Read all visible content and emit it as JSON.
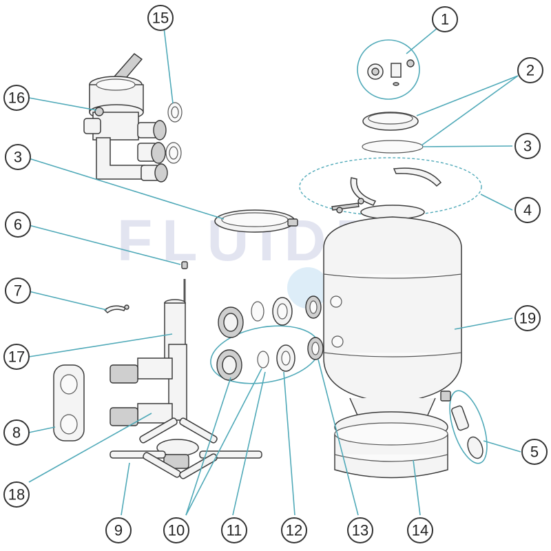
{
  "watermark": {
    "text": "FLUIDRA",
    "dot_colors": [
      "#cfe6f5",
      "#d8eefc",
      "#e5f5d8",
      "#fbf3c8"
    ]
  },
  "callouts": [
    {
      "id": "c1",
      "label": "1"
    },
    {
      "id": "c2",
      "label": "2"
    },
    {
      "id": "c3r",
      "label": "3"
    },
    {
      "id": "c4",
      "label": "4"
    },
    {
      "id": "c5",
      "label": "5"
    },
    {
      "id": "c3l",
      "label": "3"
    },
    {
      "id": "c6",
      "label": "6"
    },
    {
      "id": "c7",
      "label": "7"
    },
    {
      "id": "c8",
      "label": "8"
    },
    {
      "id": "c9",
      "label": "9"
    },
    {
      "id": "c10",
      "label": "10"
    },
    {
      "id": "c11",
      "label": "11"
    },
    {
      "id": "c12",
      "label": "12"
    },
    {
      "id": "c13",
      "label": "13"
    },
    {
      "id": "c14",
      "label": "14"
    },
    {
      "id": "c15",
      "label": "15"
    },
    {
      "id": "c16",
      "label": "16"
    },
    {
      "id": "c17",
      "label": "17"
    },
    {
      "id": "c18",
      "label": "18"
    },
    {
      "id": "c19",
      "label": "19"
    }
  ],
  "colors": {
    "leader": "#4fa9b8",
    "outline": "#333333"
  }
}
